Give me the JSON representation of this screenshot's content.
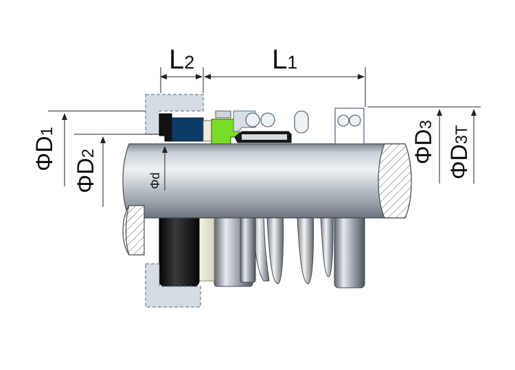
{
  "labels": {
    "L1": {
      "main": "L",
      "sub": "1"
    },
    "L2": {
      "main": "L",
      "sub": "2"
    },
    "D1": {
      "main": "ΦD",
      "sub": "1"
    },
    "D2": {
      "main": "ΦD",
      "sub": "2"
    },
    "D3": {
      "main": "ΦD",
      "sub": "3"
    },
    "D3T": {
      "main": "ΦD",
      "sub": "3T"
    },
    "d": {
      "main": "Φd"
    }
  },
  "colors": {
    "seat_section": "#0d3a66",
    "rubber_section": "#111111",
    "retainer_section": "#78dc28",
    "gland_section": "#d4dde4",
    "ring_outline": "#5a6b7b",
    "dimension_line": "#222222"
  }
}
